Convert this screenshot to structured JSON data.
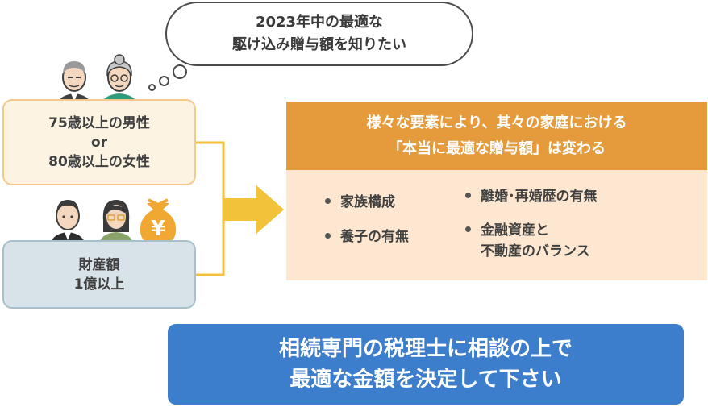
{
  "speech_bubble": {
    "line1": "2023年中の最適な",
    "line2": "駆け込み贈与額を知りたい"
  },
  "age_box": {
    "line1": "75歳以上の男性",
    "line2": "or",
    "line3": "80歳以上の女性"
  },
  "asset_box": {
    "line1": "財産額",
    "line2": "1億以上"
  },
  "coin": {
    "symbol": "¥"
  },
  "result_header": {
    "line1": "様々な要素により、其々の家庭における",
    "line2": "「本当に最適な贈与額」は変わる"
  },
  "factors": {
    "left": [
      "家族構成",
      "養子の有無"
    ],
    "right_1": "離婚･再婚歴の有無",
    "right_2_line1": "金融資産と",
    "right_2_line2": "不動産のバランス"
  },
  "cta": {
    "line1": "相続専門の税理士に相談の上で",
    "line2": "最適な金額を決定して下さい"
  },
  "colors": {
    "orange": "#e59a3b",
    "peach": "#fde7d0",
    "connector": "#f2c23a",
    "blue": "#3c7ecb",
    "age_bg": "#fdf3e3",
    "asset_bg": "#d8e3e9"
  }
}
